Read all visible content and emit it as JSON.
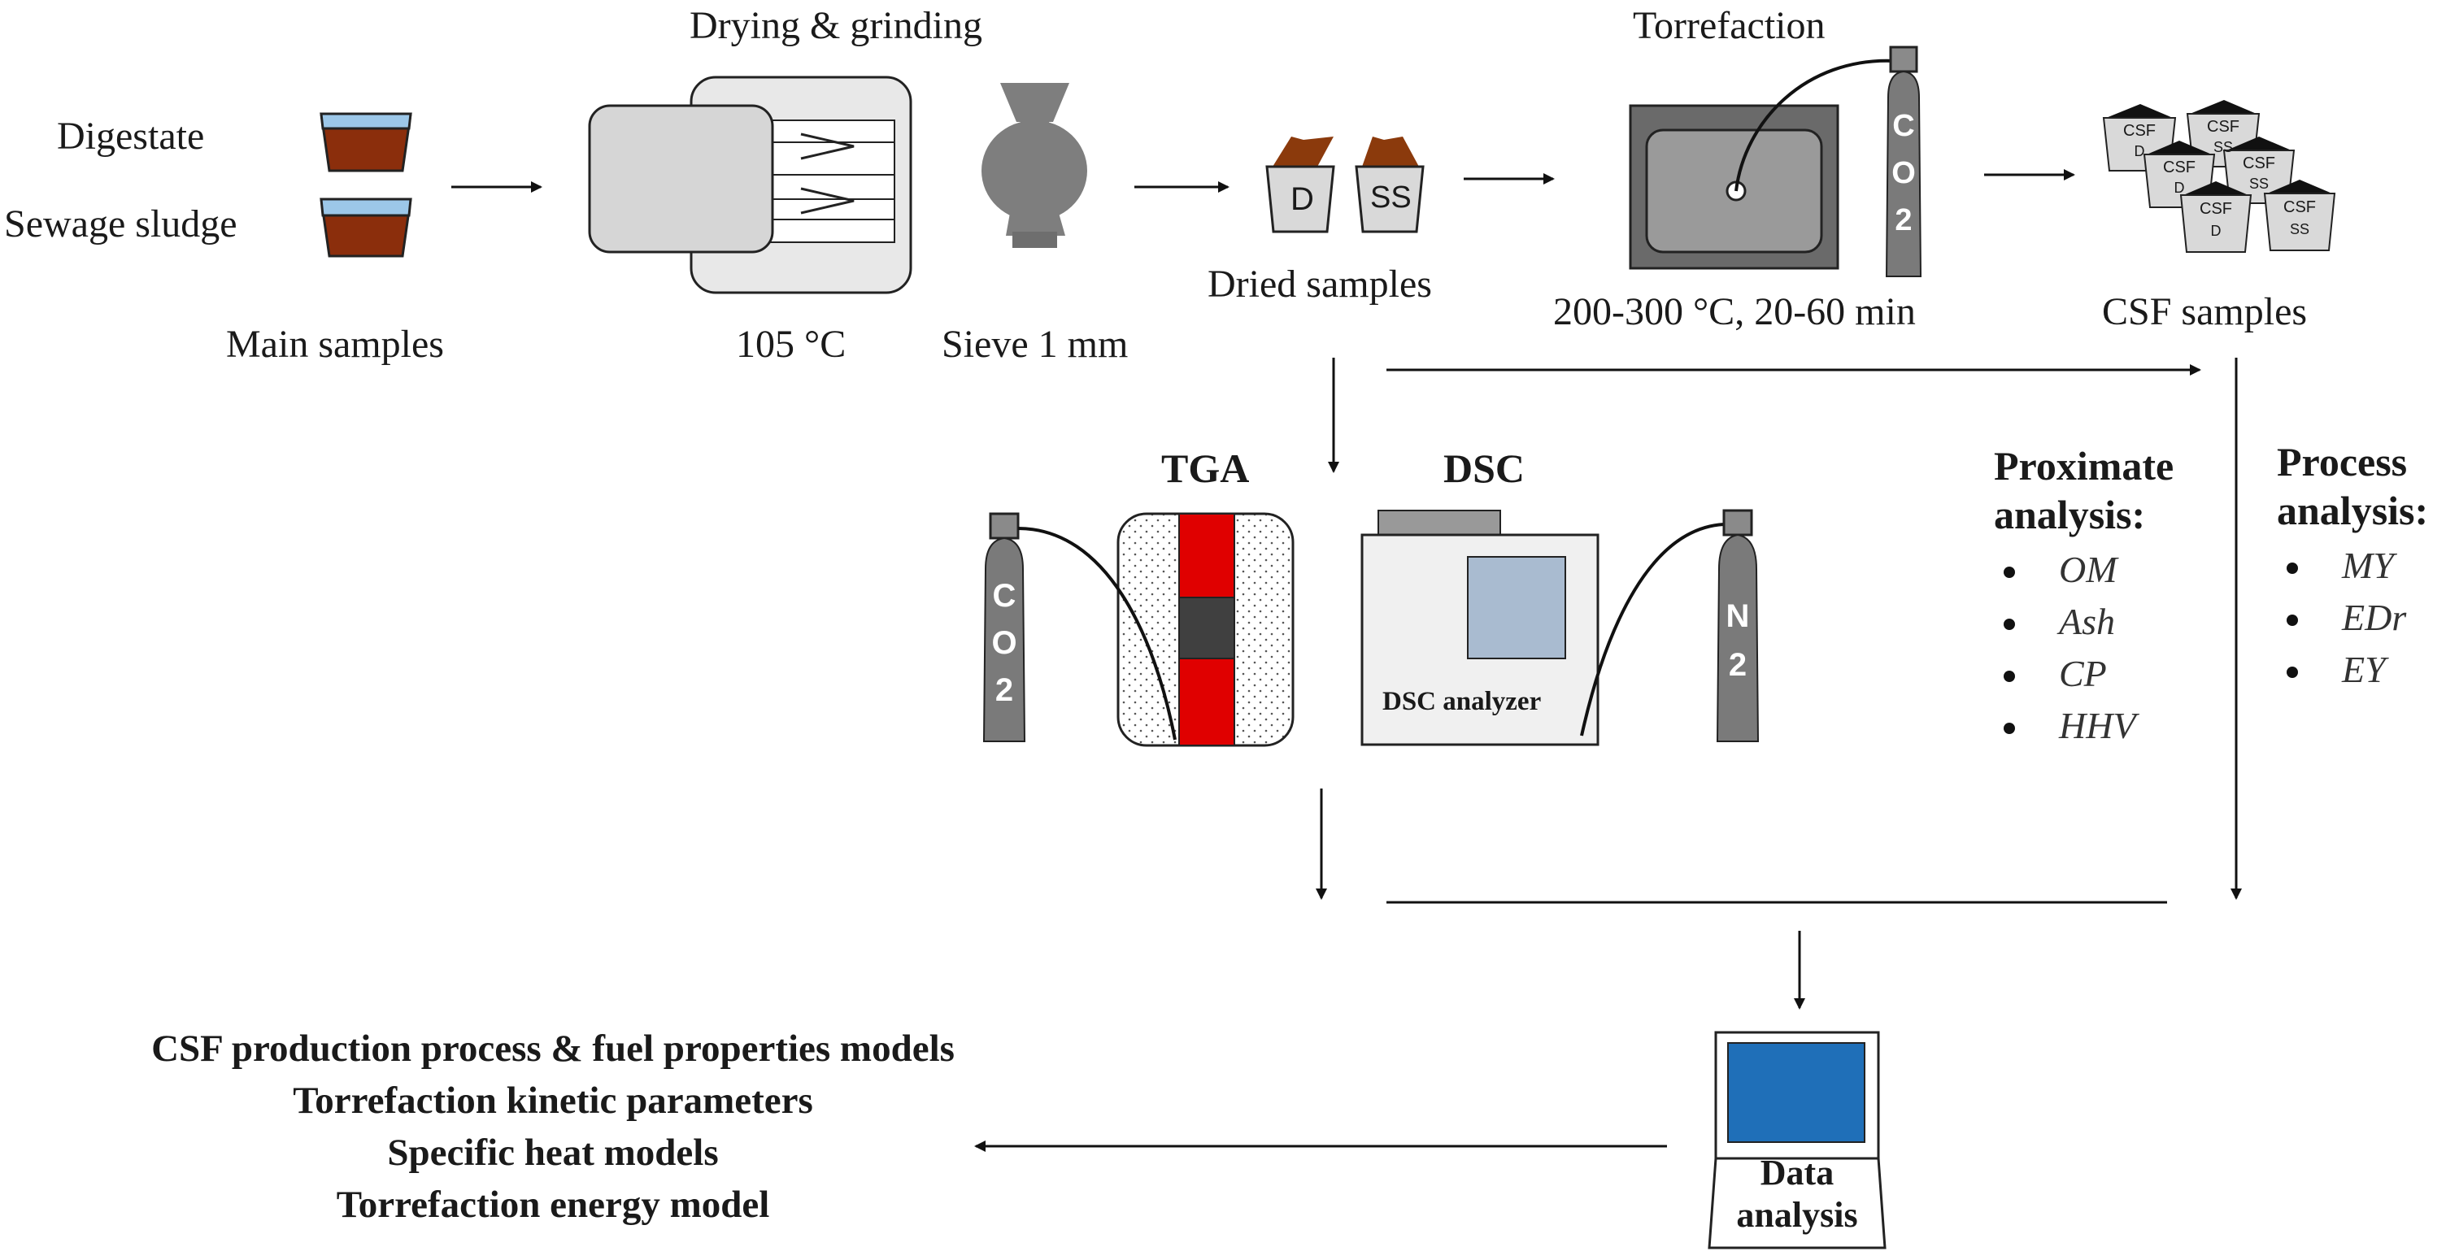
{
  "samples": {
    "digestate": "Digestate",
    "sewage_sludge": "Sewage sludge",
    "main_samples": "Main samples"
  },
  "drying": {
    "title": "Drying & grinding",
    "temp": "105 °C",
    "sieve": "Sieve 1 mm"
  },
  "dried": {
    "label": "Dried samples",
    "d": "D",
    "ss": "SS"
  },
  "torrefaction": {
    "title": "Torrefaction",
    "conditions": "200-300 °C, 20-60 min",
    "gas_chars": [
      "C",
      "O",
      "2"
    ]
  },
  "csf": {
    "label": "CSF samples",
    "box_top": "CSF",
    "d": "D",
    "ss": "SS"
  },
  "instruments": {
    "tga": "TGA",
    "dsc": "DSC",
    "dsc_analyzer": "DSC analyzer",
    "co2_chars": [
      "C",
      "O",
      "2"
    ],
    "n2_chars": [
      "N",
      "2"
    ]
  },
  "proximate": {
    "title_1": "Proximate",
    "title_2": "analysis:",
    "items": [
      "OM",
      "Ash",
      "CP",
      "HHV"
    ]
  },
  "process": {
    "title_1": "Process",
    "title_2": "analysis:",
    "items": [
      "MY",
      "EDr",
      "EY"
    ]
  },
  "data_analysis": {
    "line1": "Data",
    "line2": "analysis"
  },
  "outputs": [
    "CSF production process & fuel properties models",
    "Torrefaction kinetic parameters",
    "Specific heat models",
    "Torrefaction energy model"
  ],
  "colors": {
    "sludge": "#8B2E0C",
    "water": "#9CC7E8",
    "furnace_red": "#E00000",
    "cylinder": "#7A7A7A",
    "screen_blue": "#1F6FB8",
    "dsc_window": "#A9BBD0"
  }
}
